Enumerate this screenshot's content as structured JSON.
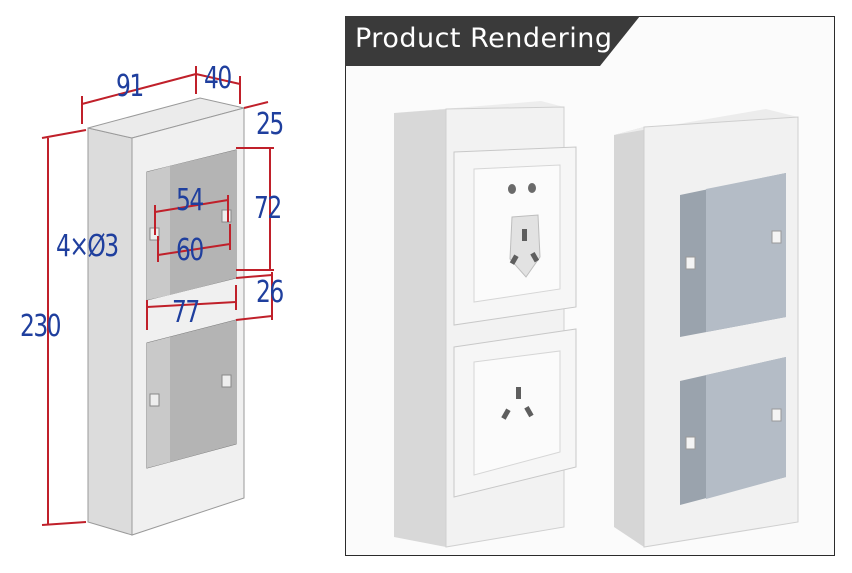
{
  "drawing": {
    "dim_width_91": "91",
    "dim_depth_40": "40",
    "dim_inner_25": "25",
    "dim_height_230": "230",
    "dim_hole_note": "4×Ø3",
    "dim_54": "54",
    "dim_60": "60",
    "dim_72": "72",
    "dim_77": "77",
    "dim_26": "26",
    "line_color": "#c0202a",
    "text_color": "#1f3f9e"
  },
  "rendering": {
    "title": "Product Rendering",
    "banner_color": "#3a3a3a"
  }
}
